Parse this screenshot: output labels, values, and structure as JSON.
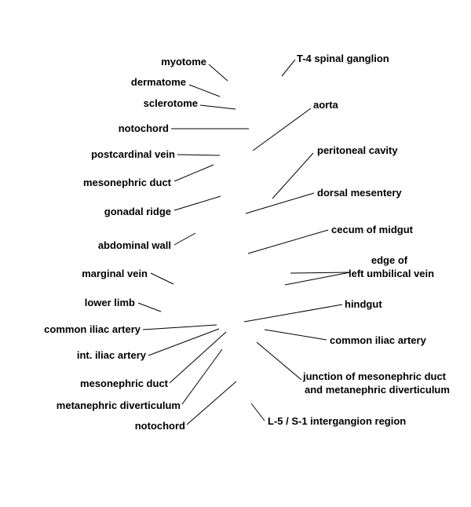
{
  "diagram": {
    "labels": {
      "myotome": "myotome",
      "dermatome": "dermatome",
      "sclerotome": "sclerotome",
      "notochord_top": "notochord",
      "postcardinal_vein": "postcardinal vein",
      "mesonephric_duct_top": "mesonephric duct",
      "gonadal_ridge": "gonadal ridge",
      "abdominal_wall": "abdominal wall",
      "marginal_vein": "marginal vein",
      "lower_limb": "lower limb",
      "common_iliac_artery_left": "common iliac artery",
      "int_iliac_artery": "int. iliac artery",
      "mesonephric_duct_bottom": "mesonephric duct",
      "metanephric_diverticulum": "metanephric diverticulum",
      "notochord_bottom": "notochord",
      "t4_spinal_ganglion": "T-4 spinal ganglion",
      "aorta": "aorta",
      "peritoneal_cavity": "peritoneal cavity",
      "dorsal_mesentery": "dorsal mesentery",
      "cecum_of_midgut": "cecum of midgut",
      "edge_of_line1": "edge of",
      "edge_of_line2": "left umbilical vein",
      "hindgut": "hindgut",
      "common_iliac_artery_right": "common iliac artery",
      "junction_line1": "junction of mesonephric duct",
      "junction_line2": "and metanephric diverticulum",
      "intergangl_region": "L-5 / S-1 intergangion region"
    },
    "line_color": "#000000",
    "text_color": "#000000"
  }
}
